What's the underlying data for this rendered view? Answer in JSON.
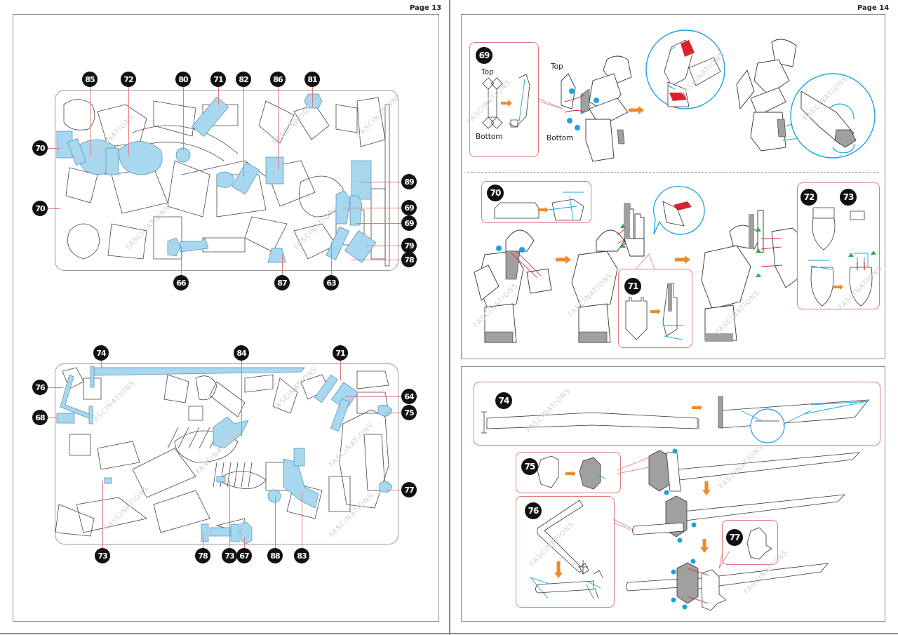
{
  "left_page": {
    "page_label": "Page 13",
    "sheet_top": {
      "callouts_top": [
        "85",
        "72",
        "80",
        "71",
        "82",
        "86",
        "81"
      ],
      "callouts_left": [
        "70",
        "70"
      ],
      "callouts_right": [
        "89",
        "69",
        "69",
        "79",
        "78"
      ],
      "callouts_bottom": [
        "66",
        "87",
        "63"
      ]
    },
    "sheet_bottom": {
      "callouts_top": [
        "74",
        "84",
        "71"
      ],
      "callouts_left": [
        "76",
        "68"
      ],
      "callouts_right": [
        "64",
        "75",
        "77"
      ],
      "callouts_bottom": [
        "73",
        "78",
        "73",
        "67",
        "88",
        "83"
      ]
    },
    "watermark": "FASCINATIONS"
  },
  "right_page": {
    "page_label": "Page 14",
    "watermark": "FASCINATIONS",
    "panel_top": {
      "step_69": {
        "number": "69",
        "top_label": "Top",
        "bottom_label": "Bottom"
      },
      "assembly_top_label": "Top",
      "assembly_bottom_label": "Bottom",
      "step_70": {
        "number": "70"
      },
      "step_71": {
        "number": "71"
      },
      "step_72": {
        "number": "72"
      },
      "step_73": {
        "number": "73"
      }
    },
    "panel_bottom": {
      "step_74": {
        "number": "74"
      },
      "step_75": {
        "number": "75"
      },
      "step_76": {
        "number": "76"
      },
      "step_77": {
        "number": "77"
      }
    }
  },
  "colors": {
    "part_highlight": "#a8d8f0",
    "callout_leader": "#e07a7a",
    "arrow_orange": "#f08a24",
    "guide_blue": "#1aa3e0",
    "glue_red": "#d9232e",
    "tab_green": "#2bb04a",
    "shade_gray": "#a0a0a0"
  }
}
